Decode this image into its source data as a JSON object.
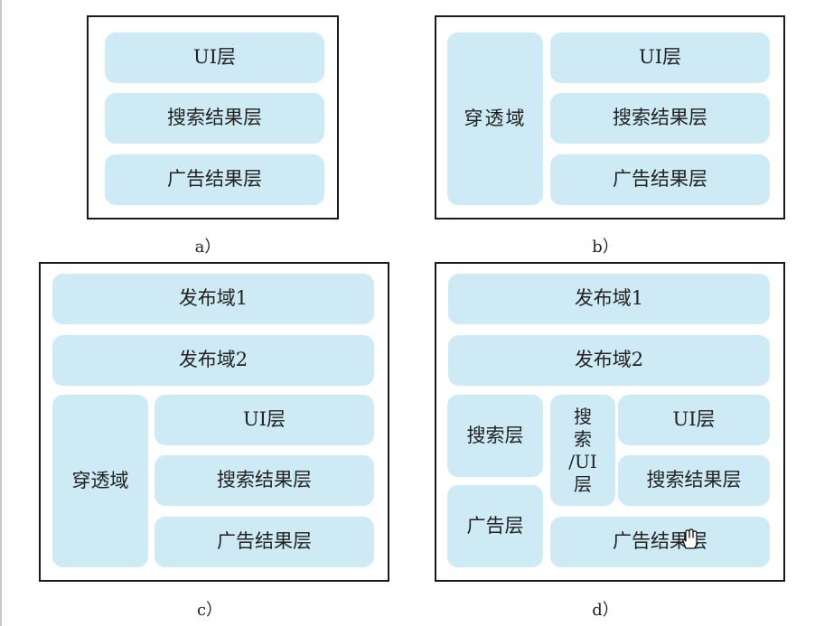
{
  "panels": {
    "a": {
      "caption": "a）",
      "ui_layer": "UI层",
      "search_layer": "搜索结果层",
      "ad_layer": "广告结果层"
    },
    "b": {
      "caption": "b）",
      "pass_domain": "穿透域",
      "ui_layer": "UI层",
      "search_layer": "搜索结果层",
      "ad_layer": "广告结果层"
    },
    "c": {
      "caption": "c）",
      "publish_1": "发布域1",
      "publish_2": "发布域2",
      "pass_domain": "穿透域",
      "ui_layer": "UI层",
      "search_layer": "搜索结果层",
      "ad_layer": "广告结果层"
    },
    "d": {
      "caption": "d）",
      "publish_1": "发布域1",
      "publish_2": "发布域2",
      "search_only": "搜索层",
      "ad_only": "广告层",
      "search_ui": "搜\n索\n/UI\n层",
      "ui_layer": "UI层",
      "search_layer": "搜索结果层",
      "ad_layer": "广告结果层"
    }
  },
  "colors": {
    "block_fill": "#cdeaf5",
    "frame_border": "#1a1a1a"
  },
  "icons": [
    "hand-cursor-icon"
  ]
}
